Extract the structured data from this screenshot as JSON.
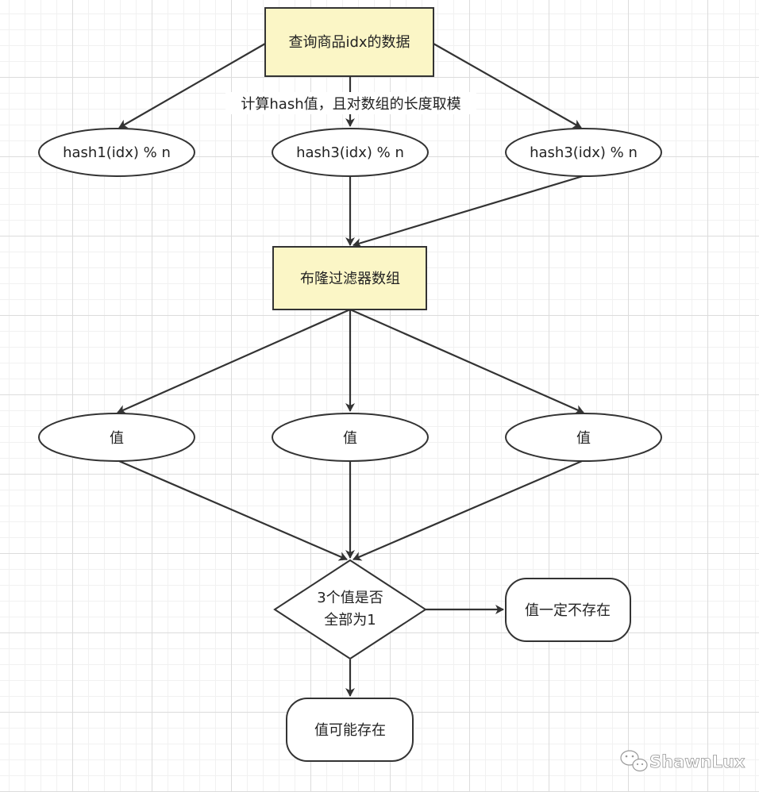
{
  "nodes": {
    "query": "查询商品idx的数据",
    "hash_left": "hash1(idx) % n",
    "hash_mid": "hash3(idx) % n",
    "hash_right": "hash3(idx) % n",
    "bloom_array": "布隆过滤器数组",
    "value_left": "值",
    "value_mid": "值",
    "value_right": "值",
    "decision_line1": "3个值是否",
    "decision_line2": "全部为1",
    "not_exist": "值一定不存在",
    "may_exist": "值可能存在"
  },
  "edge_labels": {
    "compute_hash": "计算hash值，且对数组的长度取模"
  },
  "watermark": {
    "text": "ShawnLux"
  },
  "colors": {
    "process_fill": "#fbf6c6",
    "stroke": "#333333",
    "ellipse_fill": "#ffffff"
  }
}
